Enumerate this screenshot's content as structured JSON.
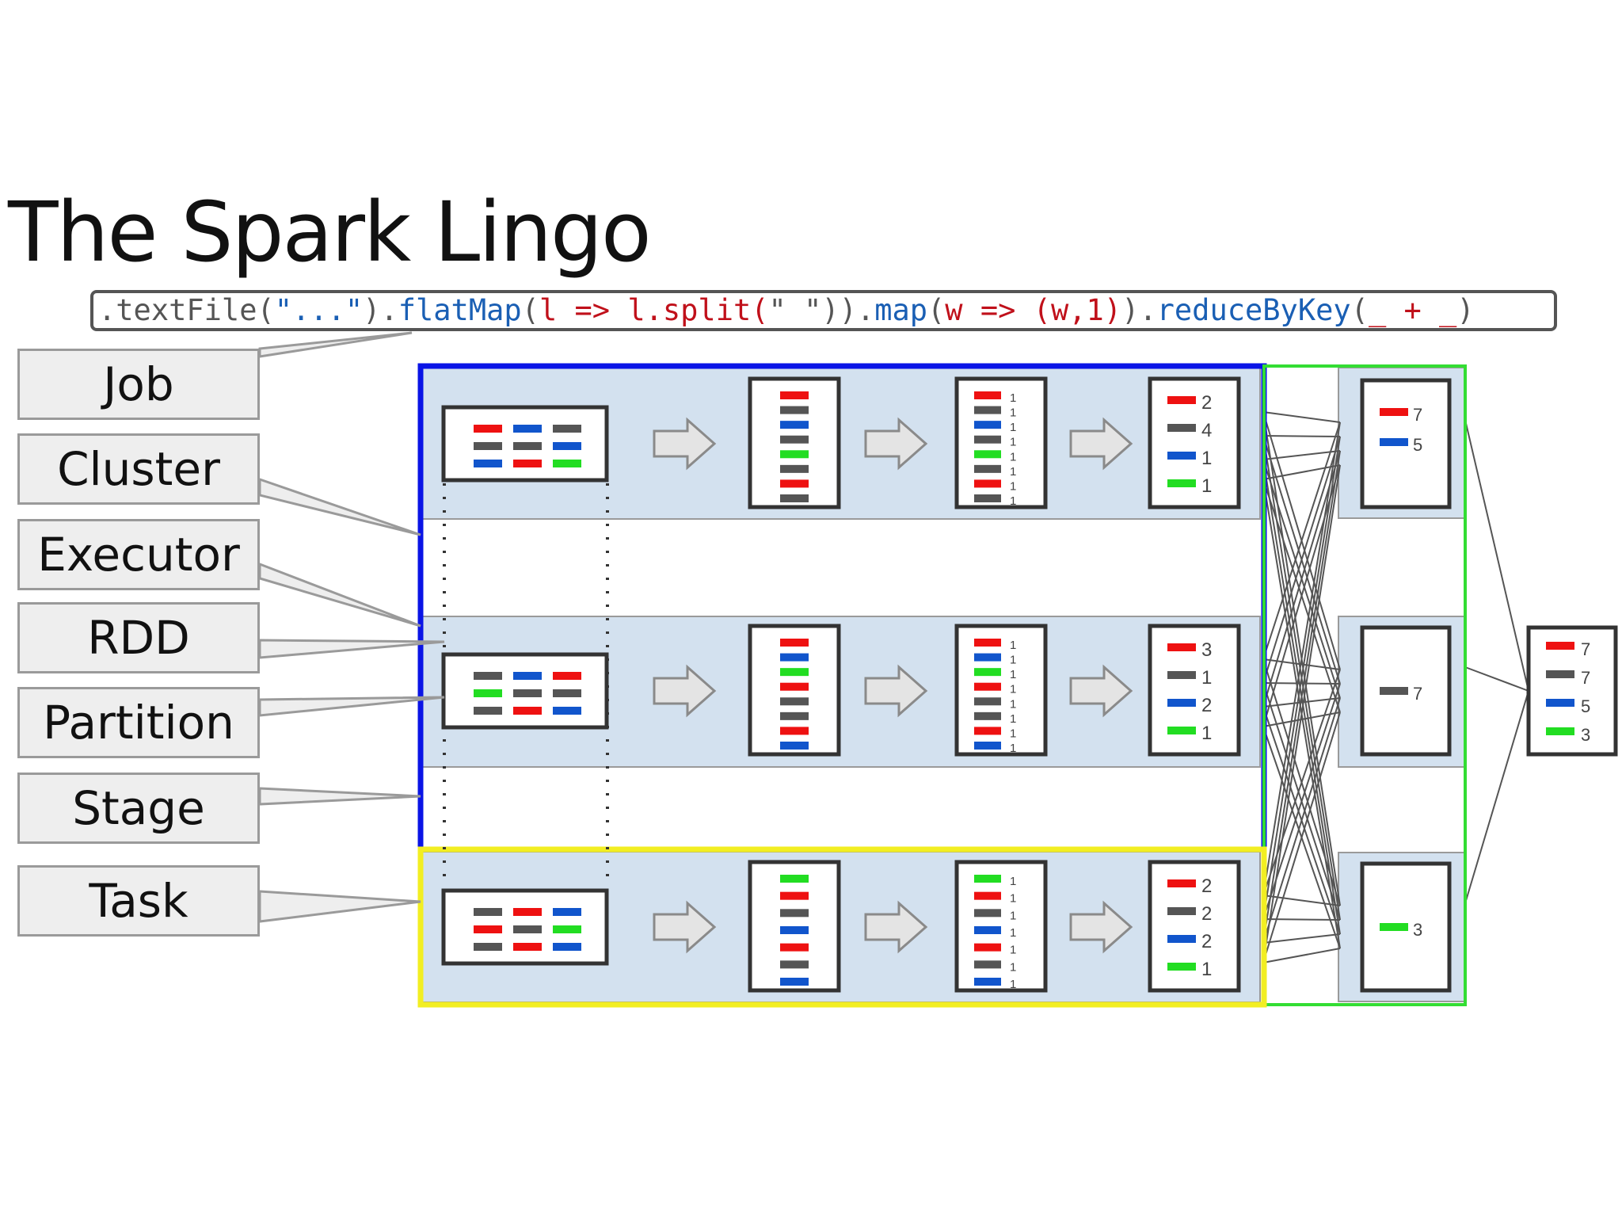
{
  "title": "The Spark Lingo",
  "code": [
    {
      "text": ".textFile(",
      "color": "gray"
    },
    {
      "text": "\"...\"",
      "color": "blue"
    },
    {
      "text": ").",
      "color": "gray"
    },
    {
      "text": "flatMap",
      "color": "blue"
    },
    {
      "text": "(",
      "color": "gray"
    },
    {
      "text": "l => l.split(",
      "color": "red"
    },
    {
      "text": "\" \"",
      "color": "gray"
    },
    {
      "text": ")).",
      "color": "gray"
    },
    {
      "text": "map",
      "color": "blue"
    },
    {
      "text": "(",
      "color": "gray"
    },
    {
      "text": "w => (w,1)",
      "color": "red"
    },
    {
      "text": ").",
      "color": "gray"
    },
    {
      "text": "reduceByKey",
      "color": "blue"
    },
    {
      "text": "(",
      "color": "gray"
    },
    {
      "text": "_ + _",
      "color": "red"
    },
    {
      "text": ")",
      "color": "gray"
    }
  ],
  "labels": [
    "Job",
    "Cluster",
    "Executor",
    "RDD",
    "Partition",
    "Stage",
    "Task"
  ],
  "colors": {
    "red": "#ee1111",
    "gray": "#555555",
    "blue": "#1155cc",
    "green": "#22dd22",
    "job_frame": "#0a14e6",
    "stage_frame": "#33dd33",
    "task_frame": "#f2ee22",
    "executor_fill": "#d3e1ef"
  },
  "rows": [
    {
      "partition": [
        [
          "red",
          "blue",
          "gray"
        ],
        [
          "gray",
          "gray",
          "blue"
        ],
        [
          "blue",
          "red",
          "green"
        ]
      ],
      "flat": [
        "red",
        "gray",
        "blue",
        "gray",
        "green",
        "gray",
        "red",
        "gray"
      ],
      "mapped": [
        "red",
        "gray",
        "blue",
        "gray",
        "green",
        "gray",
        "red",
        "gray"
      ],
      "mapped_count": "1",
      "reduced": [
        {
          "color": "red",
          "count": "2"
        },
        {
          "color": "gray",
          "count": "4"
        },
        {
          "color": "blue",
          "count": "1"
        },
        {
          "color": "green",
          "count": "1"
        }
      ]
    },
    {
      "partition": [
        [
          "gray",
          "blue",
          "red"
        ],
        [
          "green",
          "gray",
          "gray"
        ],
        [
          "gray",
          "red",
          "blue"
        ]
      ],
      "flat": [
        "red",
        "blue",
        "green",
        "red",
        "gray",
        "gray",
        "red",
        "blue"
      ],
      "mapped": [
        "red",
        "blue",
        "green",
        "red",
        "gray",
        "gray",
        "red",
        "blue"
      ],
      "mapped_count": "1",
      "reduced": [
        {
          "color": "red",
          "count": "3"
        },
        {
          "color": "gray",
          "count": "1"
        },
        {
          "color": "blue",
          "count": "2"
        },
        {
          "color": "green",
          "count": "1"
        }
      ]
    },
    {
      "partition": [
        [
          "gray",
          "red",
          "blue"
        ],
        [
          "red",
          "gray",
          "green"
        ],
        [
          "gray",
          "red",
          "blue"
        ]
      ],
      "flat": [
        "green",
        "red",
        "gray",
        "blue",
        "red",
        "gray",
        "blue"
      ],
      "mapped": [
        "green",
        "red",
        "gray",
        "blue",
        "red",
        "gray",
        "blue"
      ],
      "mapped_count": "1",
      "reduced": [
        {
          "color": "red",
          "count": "2"
        },
        {
          "color": "gray",
          "count": "2"
        },
        {
          "color": "blue",
          "count": "2"
        },
        {
          "color": "green",
          "count": "1"
        }
      ]
    }
  ],
  "shuffled": [
    [
      {
        "color": "red",
        "count": "7"
      },
      {
        "color": "blue",
        "count": "5"
      }
    ],
    [
      {
        "color": "gray",
        "count": "7"
      }
    ],
    [
      {
        "color": "green",
        "count": "3"
      }
    ]
  ],
  "final": [
    {
      "color": "red",
      "count": "7"
    },
    {
      "color": "gray",
      "count": "7"
    },
    {
      "color": "blue",
      "count": "5"
    },
    {
      "color": "green",
      "count": "3"
    }
  ]
}
